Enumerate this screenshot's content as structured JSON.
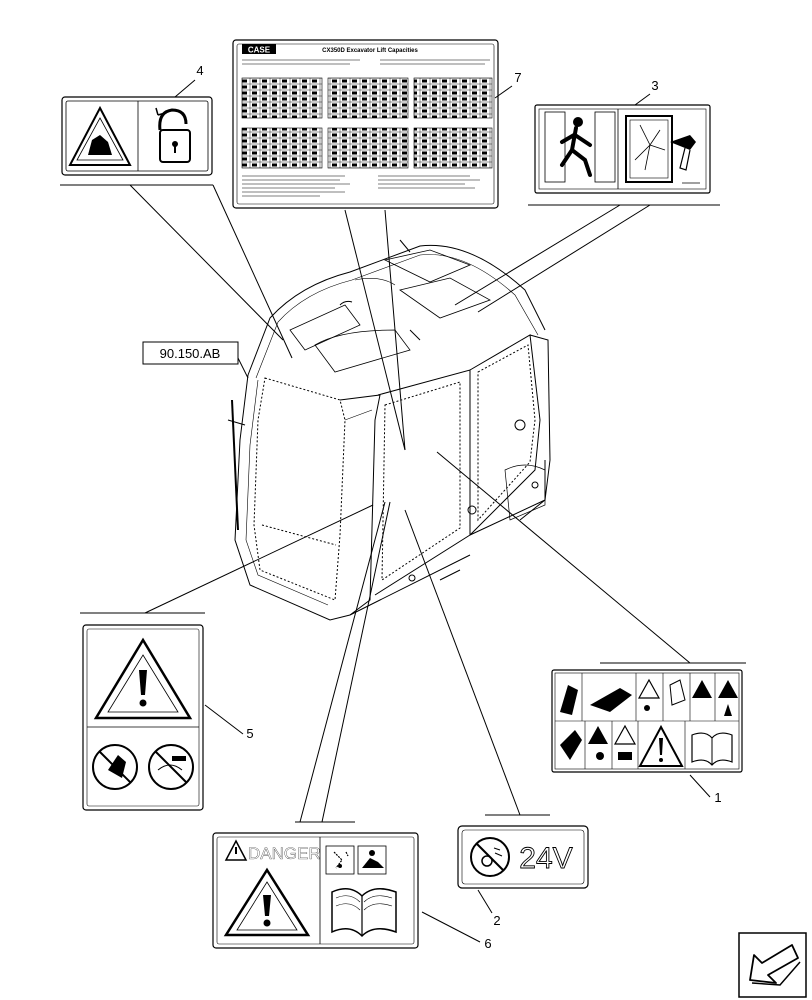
{
  "reference": {
    "code": "90.150.AB"
  },
  "callouts": [
    {
      "id": "1",
      "label": "1"
    },
    {
      "id": "2",
      "label": "2"
    },
    {
      "id": "3",
      "label": "3"
    },
    {
      "id": "4",
      "label": "4"
    },
    {
      "id": "5",
      "label": "5"
    },
    {
      "id": "6",
      "label": "6"
    },
    {
      "id": "7",
      "label": "7"
    }
  ],
  "decals": {
    "lift_chart": {
      "brand": "CASE",
      "title": "CX350D Excavator Lift Capacities"
    },
    "danger": {
      "heading": "DANGER"
    },
    "voltage": {
      "text": "24V"
    }
  },
  "icons": {
    "nav_arrow": "arrow-down-left-icon",
    "warning": "warning-triangle-icon",
    "manual": "open-book-icon",
    "exit": "emergency-exit-icon",
    "hammer": "glass-breaker-icon",
    "lock": "padlock-icon"
  },
  "colors": {
    "line": "#000000",
    "background": "#ffffff"
  }
}
